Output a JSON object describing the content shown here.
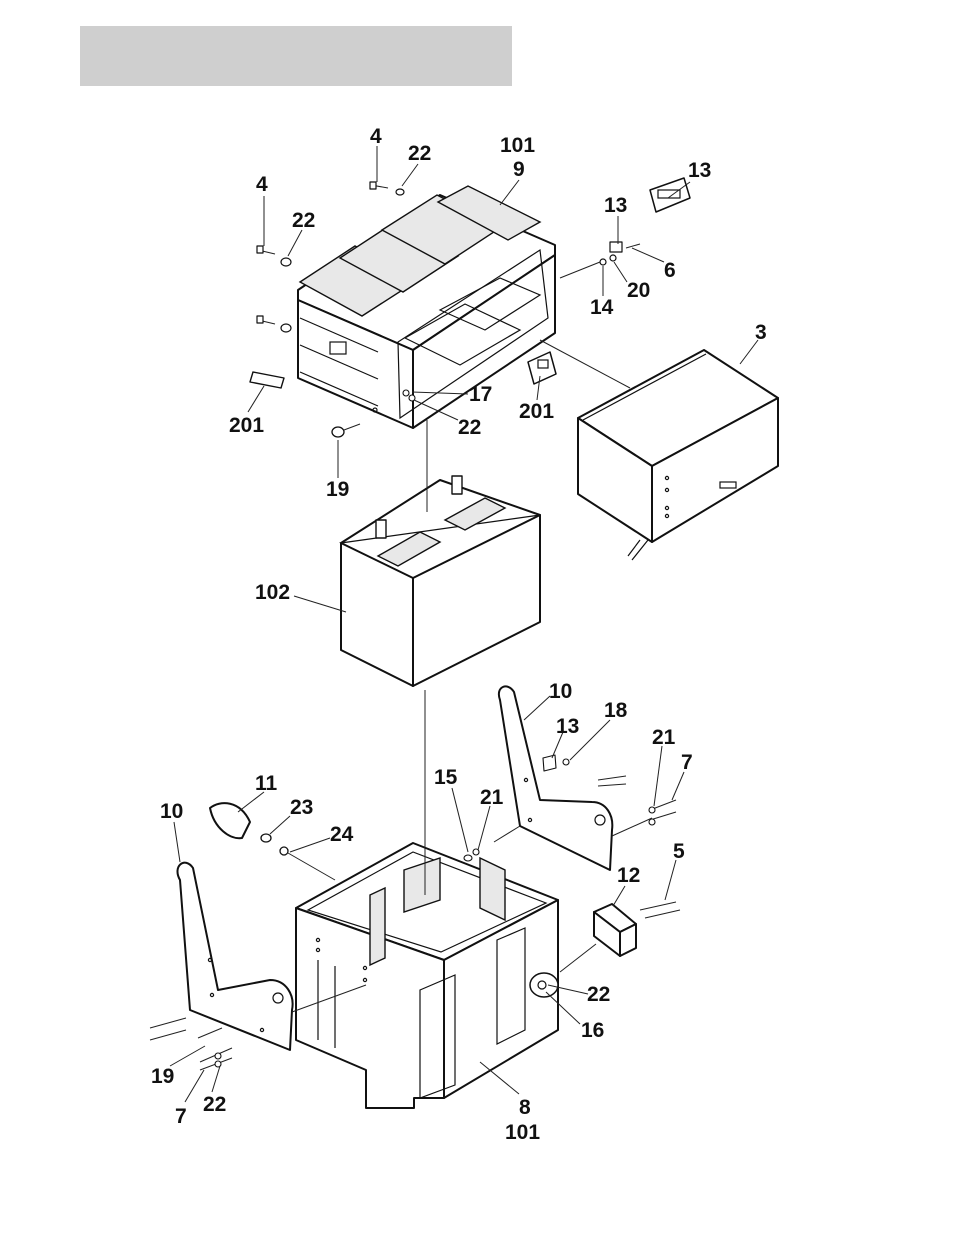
{
  "header": {
    "bar_color": "#cfcfcf"
  },
  "callouts": [
    {
      "id": "c-4a",
      "text": "4"
    },
    {
      "id": "c-22a",
      "text": "22"
    },
    {
      "id": "c-101a",
      "text": "101"
    },
    {
      "id": "c-9",
      "text": "9"
    },
    {
      "id": "c-13a",
      "text": "13"
    },
    {
      "id": "c-4b",
      "text": "4"
    },
    {
      "id": "c-22b",
      "text": "22"
    },
    {
      "id": "c-13b",
      "text": "13"
    },
    {
      "id": "c-6",
      "text": "6"
    },
    {
      "id": "c-20",
      "text": "20"
    },
    {
      "id": "c-14",
      "text": "14"
    },
    {
      "id": "c-3",
      "text": "3"
    },
    {
      "id": "c-17",
      "text": "17"
    },
    {
      "id": "c-22c",
      "text": "22"
    },
    {
      "id": "c-201a",
      "text": "201"
    },
    {
      "id": "c-201b",
      "text": "201"
    },
    {
      "id": "c-19a",
      "text": "19"
    },
    {
      "id": "c-102",
      "text": "102"
    },
    {
      "id": "c-10a",
      "text": "10"
    },
    {
      "id": "c-13c",
      "text": "13"
    },
    {
      "id": "c-18",
      "text": "18"
    },
    {
      "id": "c-21a",
      "text": "21"
    },
    {
      "id": "c-7a",
      "text": "7"
    },
    {
      "id": "c-11",
      "text": "11"
    },
    {
      "id": "c-23",
      "text": "23"
    },
    {
      "id": "c-24",
      "text": "24"
    },
    {
      "id": "c-15",
      "text": "15"
    },
    {
      "id": "c-21b",
      "text": "21"
    },
    {
      "id": "c-10b",
      "text": "10"
    },
    {
      "id": "c-5",
      "text": "5"
    },
    {
      "id": "c-12",
      "text": "12"
    },
    {
      "id": "c-22d",
      "text": "22"
    },
    {
      "id": "c-16",
      "text": "16"
    },
    {
      "id": "c-19b",
      "text": "19"
    },
    {
      "id": "c-7b",
      "text": "7"
    },
    {
      "id": "c-22e",
      "text": "22"
    },
    {
      "id": "c-8",
      "text": "8"
    },
    {
      "id": "c-101b",
      "text": "101"
    }
  ]
}
